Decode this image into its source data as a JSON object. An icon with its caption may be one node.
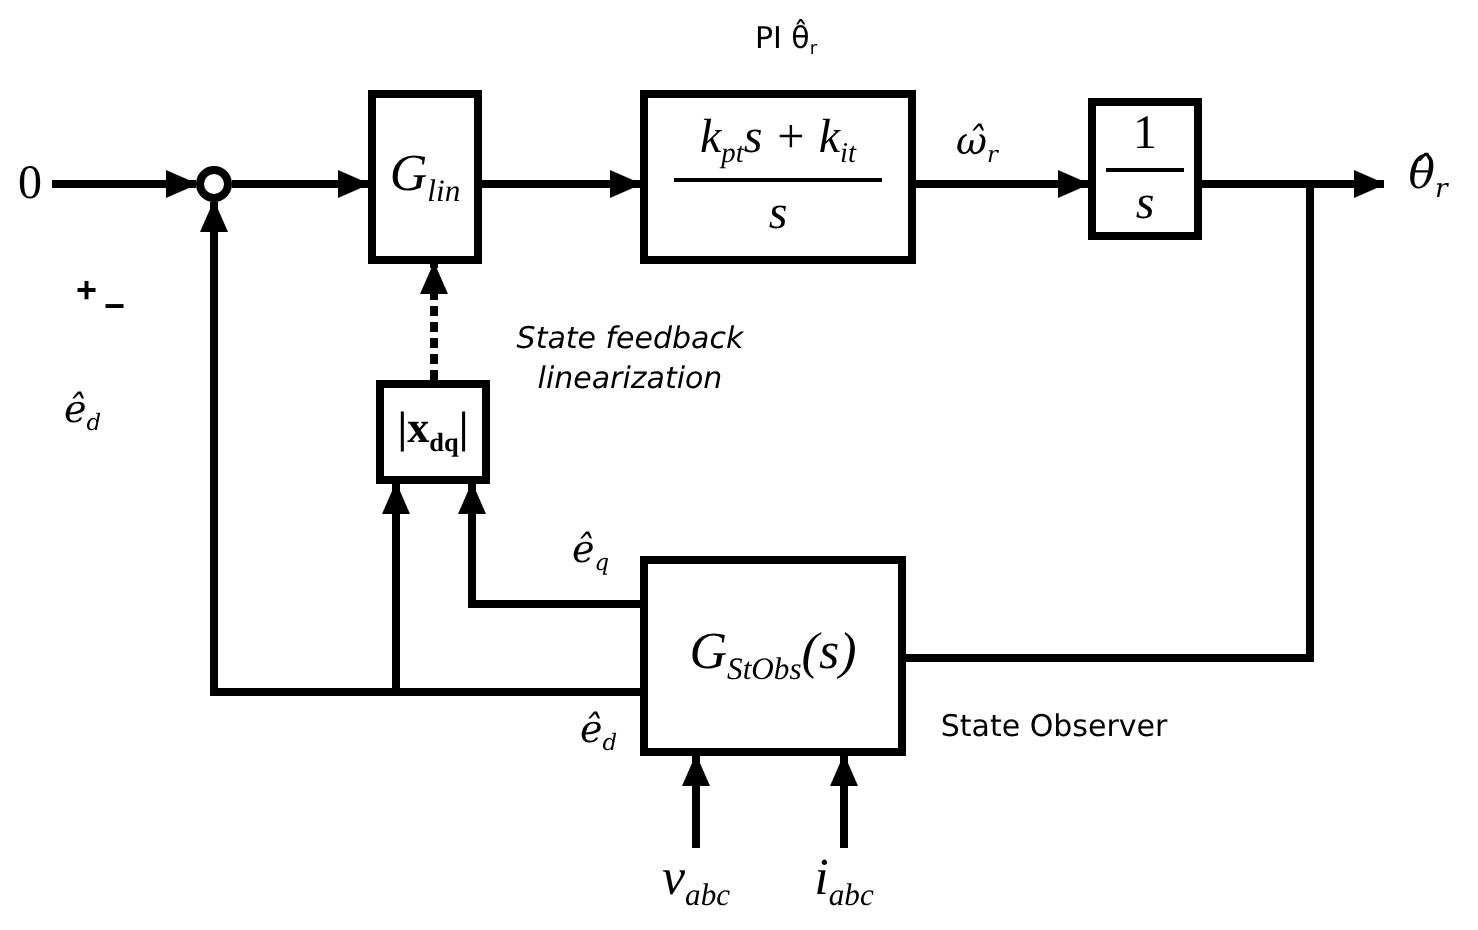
{
  "diagram": {
    "nodes": [
      {
        "text": [
          "0"
        ]
      },
      {
        "text": [],
        "shape": "circle"
      },
      {
        "text": [
          "G$_{lin}$"
        ]
      },
      {
        "text": [
          "k$_{pt}$s + k$_{it}$",
          "s"
        ],
        "beside": [
          "PI θ̂$_{r}$"
        ]
      },
      {
        "text": [
          "1",
          "s"
        ]
      },
      {
        "text": [
          "θ̂$_{r}$"
        ]
      },
      {
        "text": [
          "|x$_{dq}$|"
        ],
        "beside": [
          "State feedback linearization"
        ]
      },
      {
        "text": [
          "G$_{StObs}$(s)"
        ],
        "beside": [
          "State Observer"
        ]
      },
      {
        "text": [
          "v$_{abc}$"
        ]
      },
      {
        "text": [
          "i$_{abc}$"
        ]
      }
    ],
    "edges": [
      {
        "from": 0,
        "to": 1,
        "arrow": "to"
      },
      {
        "from": 1,
        "to": 2,
        "arrow": "to"
      },
      {
        "from": 2,
        "to": 3,
        "arrow": "to"
      },
      {
        "from": 3,
        "to": 4,
        "arrow": "to",
        "label": "ω̂$_{r}$"
      },
      {
        "from": 4,
        "to": 5,
        "arrow": "to"
      },
      {
        "from": 4,
        "to": 7,
        "arrow": "none"
      },
      {
        "from": 6,
        "to": 2,
        "arrow": "to",
        "style": "dashed"
      },
      {
        "from": 7,
        "to": 6,
        "arrow": "to",
        "label": "ê$_{q}$"
      },
      {
        "from": 7,
        "to": 6,
        "arrow": "to",
        "label": "ê$_{d}$"
      },
      {
        "from": 7,
        "to": 1,
        "arrow": "to",
        "label": "ê$_{d}$"
      },
      {
        "from": 8,
        "to": 7,
        "arrow": "to"
      },
      {
        "from": 9,
        "to": 7,
        "arrow": "to"
      }
    ],
    "labels": [
      "+",
      "−"
    ]
  }
}
